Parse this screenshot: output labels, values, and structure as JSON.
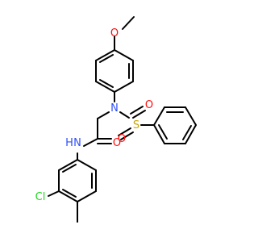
{
  "structure": {
    "atoms": {
      "o_methoxy": "O",
      "n_sulfonamide": "N",
      "s_sulfonyl": "S",
      "o_sulfonyl_1": "O",
      "o_sulfonyl_2": "O",
      "o_carbonyl": "O",
      "nh_amide": "N",
      "h_amide": "H",
      "cl": "Cl"
    },
    "colors": {
      "carbon": "#000000",
      "oxygen": "#ff0d0d",
      "nitrogen": "#3050f8",
      "sulfur": "#c9a400",
      "chlorine": "#1fd81f"
    }
  }
}
